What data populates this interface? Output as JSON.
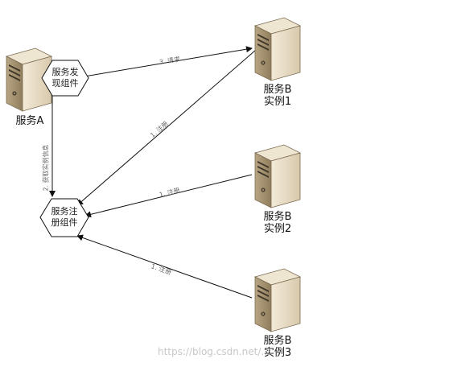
{
  "nodes": {
    "service_a": {
      "label": "服务A",
      "icon": "server-icon"
    },
    "discovery": {
      "label": "服务发\n现组件"
    },
    "registry": {
      "label": "服务注\n册组件"
    },
    "service_b1": {
      "label": "服务B\n实例1",
      "icon": "server-icon"
    },
    "service_b2": {
      "label": "服务B\n实例2",
      "icon": "server-icon"
    },
    "service_b3": {
      "label": "服务B\n实例3",
      "icon": "server-icon"
    }
  },
  "edges": {
    "request": "3. 请求",
    "register_b1": "1. 注册",
    "register_b2": "1. 注册",
    "register_b3": "1. 注册",
    "fetch_instances": "2. 获取实例信息"
  },
  "watermark": "https://blog.csdn.net/..."
}
